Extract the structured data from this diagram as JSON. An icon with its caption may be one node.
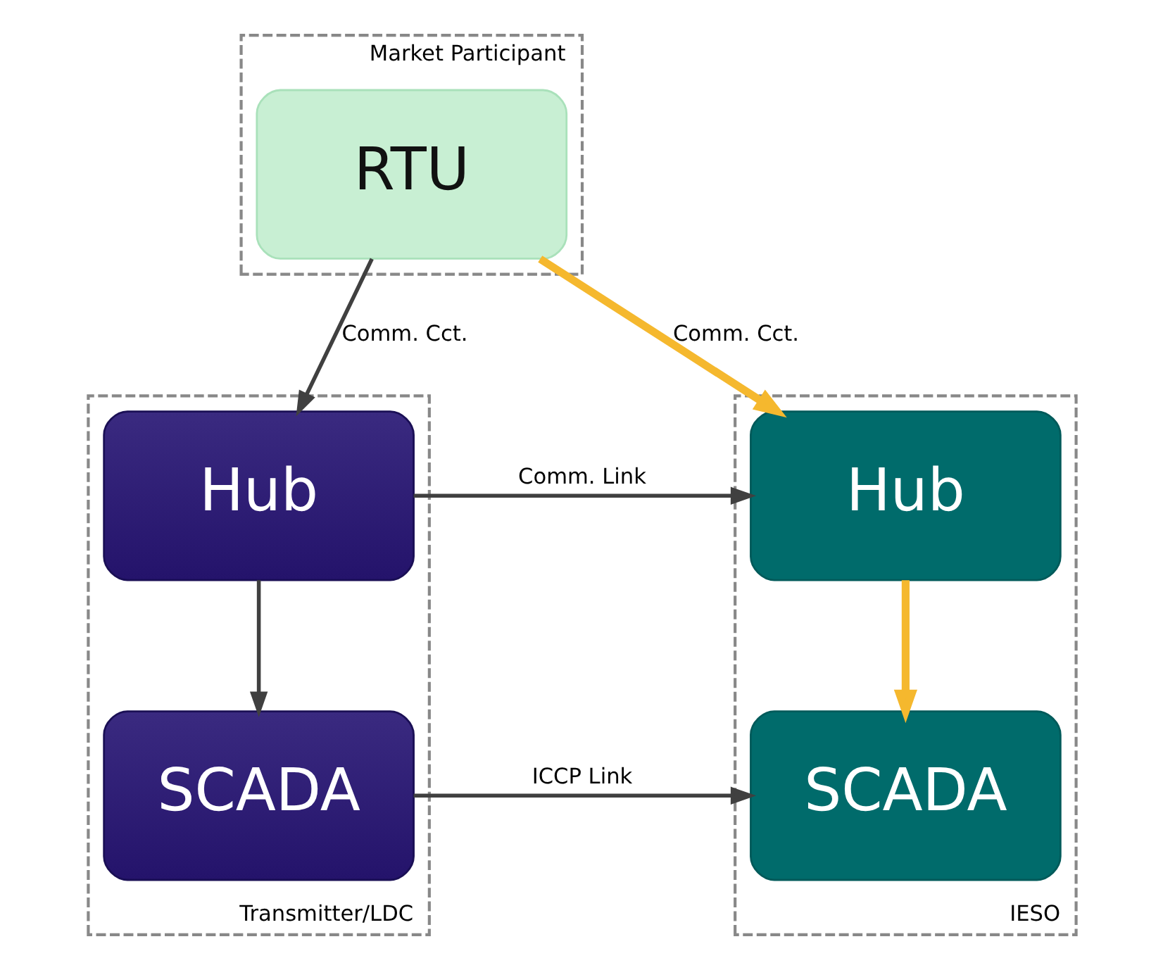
{
  "diagram": {
    "nodes": [
      {
        "text": [
          "Market Participant"
        ]
      },
      {
        "text": [
          "RTU"
        ],
        "in": 0
      },
      {
        "text": [
          "Transmitter/LDC"
        ]
      },
      {
        "text": [
          "Hub"
        ],
        "in": 2
      },
      {
        "text": [
          "SCADA"
        ],
        "in": 2
      },
      {
        "text": [
          "IESO"
        ]
      },
      {
        "text": [
          "Hub"
        ],
        "in": 5
      },
      {
        "text": [
          "SCADA"
        ],
        "in": 5
      }
    ],
    "edges": [
      {
        "from": 1,
        "to": 3,
        "arrow": "to",
        "label": "Comm. Cct."
      },
      {
        "from": 1,
        "to": 6,
        "arrow": "to",
        "label": "Comm. Cct.",
        "style": "thick",
        "color": "#f5b82e"
      },
      {
        "from": 3,
        "to": 6,
        "arrow": "to",
        "label": "Comm. Link"
      },
      {
        "from": 3,
        "to": 4,
        "arrow": "to"
      },
      {
        "from": 6,
        "to": 7,
        "arrow": "to",
        "style": "thick",
        "color": "#f5b82e"
      },
      {
        "from": 4,
        "to": 7,
        "arrow": "to",
        "label": "ICCP Link"
      }
    ]
  }
}
